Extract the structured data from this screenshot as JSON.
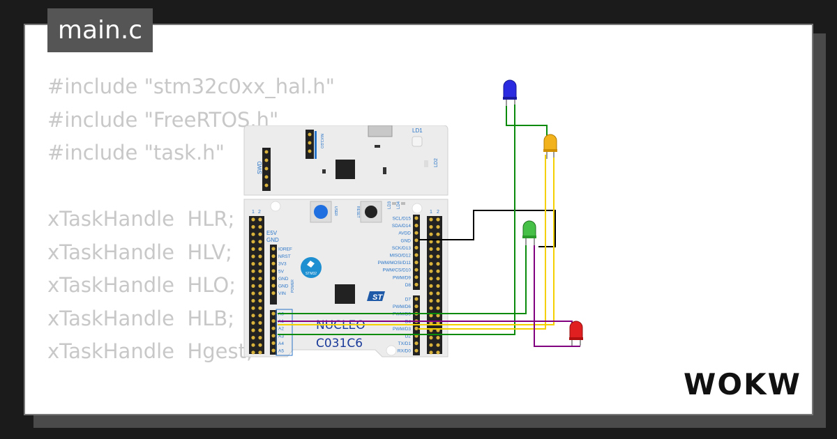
{
  "file_tab": {
    "label": "main.c"
  },
  "code_lines": [
    "#include \"stm32c0xx_hal.h\"",
    "#include \"FreeRTOS.h\"",
    "#include \"task.h\"",
    "",
    "xTaskHandle  HLR;",
    "xTaskHandle  HLV;",
    "xTaskHandle  HLO;",
    "xTaskHandle  HLB;",
    "xTaskHandle  Hgest;"
  ],
  "board": {
    "name_line1": "NUCLEO",
    "name_line2": "C031C6",
    "badge": "STM32",
    "swd": "SWD",
    "header_num_1": "1",
    "header_num_2": "2",
    "power_left": "E5V",
    "gnd_left": "GND",
    "power_label": "POWER",
    "nucleo_tag": "NUCLEO",
    "user_label": "USER",
    "reset_label": "RESET",
    "led_ld1": "LD1",
    "led_ld2": "LD2",
    "led_ld3": "LD3",
    "led_ld4": "LD4",
    "left_pins": [
      "IOREF",
      "NRST",
      "3V3",
      "5V",
      "GND",
      "GND",
      "VIN"
    ],
    "analog_pins": [
      "A0",
      "A1",
      "A2",
      "A3",
      "A4",
      "A5"
    ],
    "right_pins_upper": [
      "SCL/D15",
      "SDA/D14",
      "AVDD",
      "GND",
      "SCK/D13",
      "MISO/D12",
      "PWM/MOSI/D11",
      "PWM/CS/D10",
      "PWM/D9",
      "D8"
    ],
    "right_pins_lower": [
      "D7",
      "PWM/D6",
      "PWM/D5",
      "D4",
      "PWM/D3",
      "D2",
      "TX/D1",
      "RX/D0"
    ]
  },
  "leds": [
    {
      "name": "blue",
      "color": "#2a2ae0"
    },
    {
      "name": "orange",
      "color": "#f2b21c"
    },
    {
      "name": "green",
      "color": "#46c046"
    },
    {
      "name": "red",
      "color": "#e02020"
    }
  ],
  "wire_colors": {
    "green": "#0a8a0a",
    "yellow": "#f5d000",
    "purple": "#800080",
    "black": "#000000"
  },
  "logo": {
    "text": "WOKWi"
  }
}
